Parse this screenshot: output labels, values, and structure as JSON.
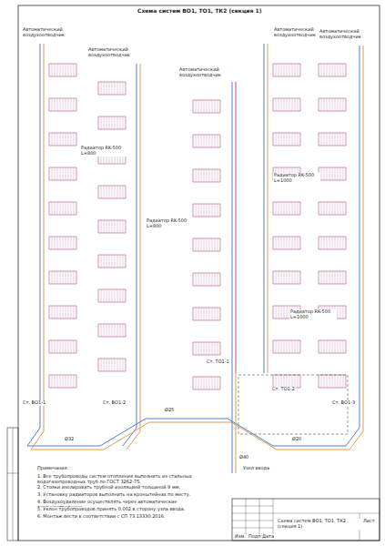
{
  "diagram": {
    "title": "Схема систем ВО1, ТО1, ТК2 (секция 1)",
    "labels": [
      "Автоматический воздухоотводчик",
      "Автоматический воздухоотводчик",
      "Автоматический воздухоотводчик",
      "Автоматический воздухоотводчик",
      "Автоматический воздухоотводчик",
      "Ст. ВО1-1",
      "Ст. ВО1-2",
      "Ст. ТО1-1",
      "Ст. ТО1-2",
      "Ст. ВО1-3",
      "Ø32",
      "Ø25",
      "Ø20",
      "Ø40",
      "Узел ввода",
      "Примечания:",
      "1. Все трубопроводы систем отопления выполнить из стальных водогазопроводных труб по ГОСТ 3262-75.",
      "2. Стояки изолировать трубной изоляцией толщиной 9 мм.",
      "3. Установку радиаторов выполнить на кронштейнах по месту.",
      "4. Воздухоудаление осуществлять через автоматические воздухоотводчики.",
      "5. Уклон трубопроводов принять 0,002 в сторону узла ввода.",
      "6. Монтаж вести в соответствии с СП 73.13330.2016.",
      "Схема систем ВО1, ТО1, ТК2 (секция 1)",
      "Лист",
      "Изм.",
      "Подп.",
      "Дата",
      "Радиатор RK-500 L=800",
      "Радиатор RK-500 L=800",
      "Радиатор RK-500 L=1000",
      "Радиатор RK-500 L=1000"
    ]
  }
}
